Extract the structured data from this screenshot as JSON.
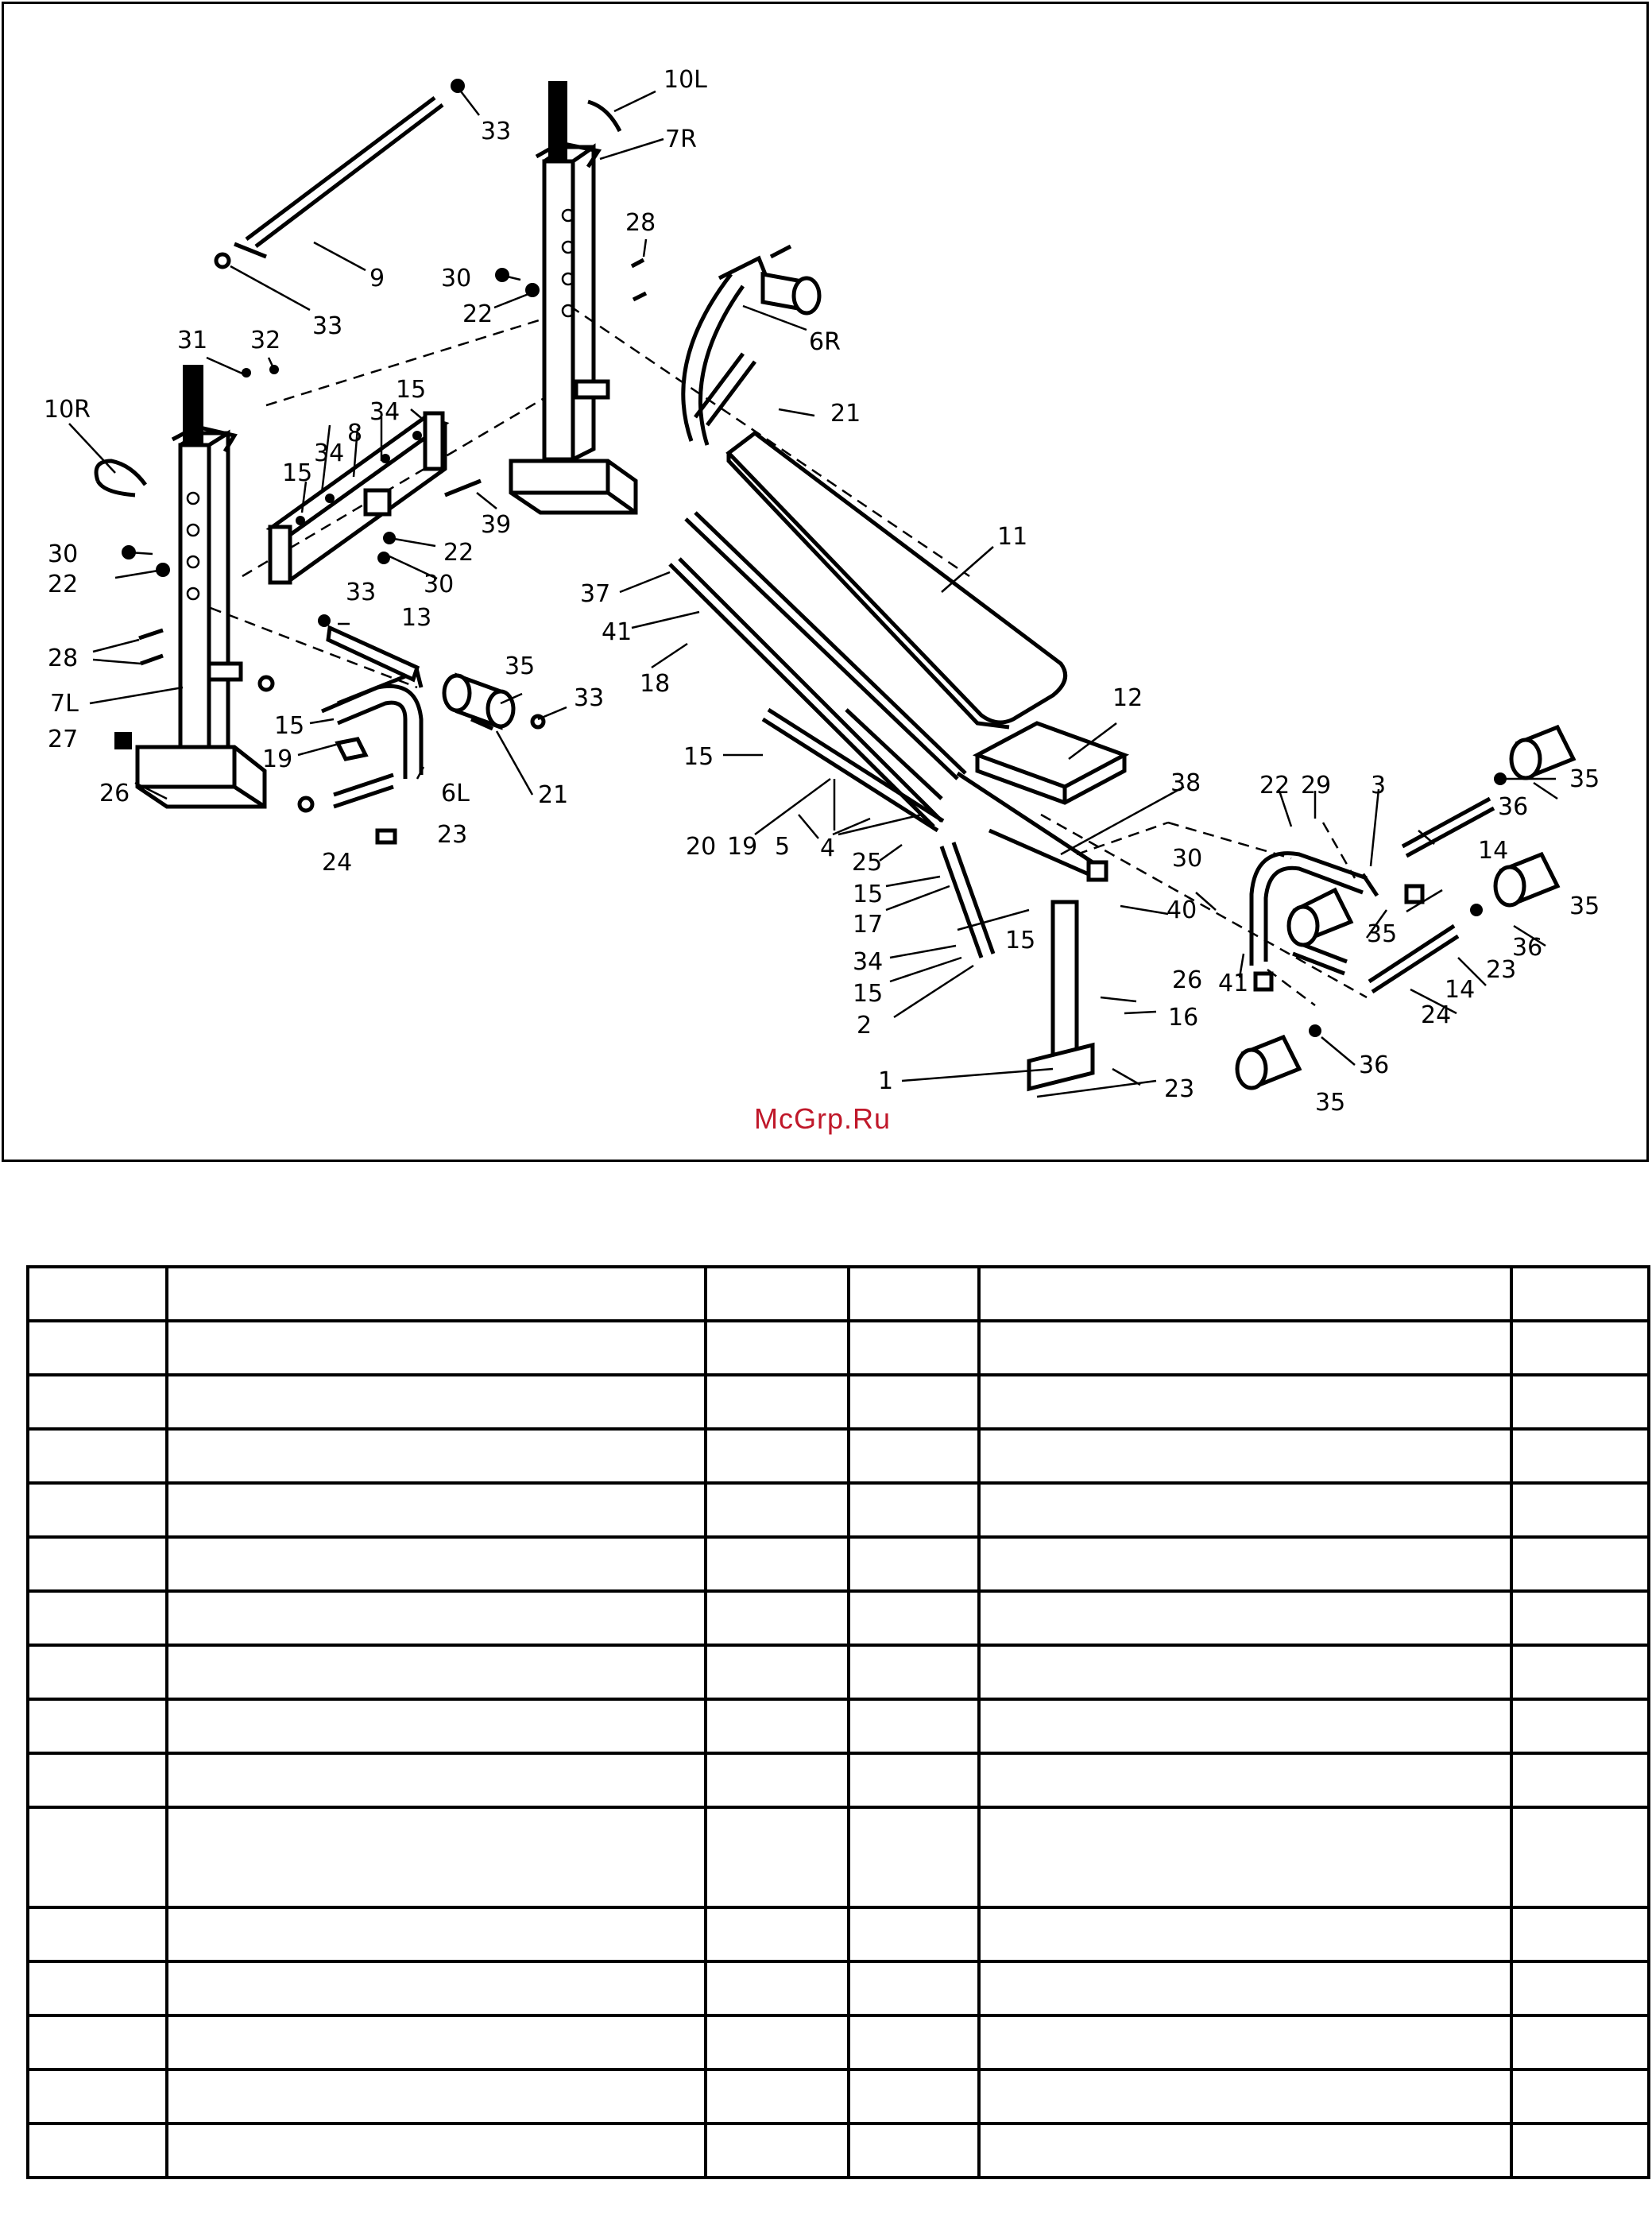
{
  "diagram": {
    "watermark": "McGrp.Ru",
    "callouts": [
      {
        "id": "c10L",
        "text": "10L"
      },
      {
        "id": "c7R",
        "text": "7R"
      },
      {
        "id": "c33a",
        "text": "33"
      },
      {
        "id": "c9",
        "text": "9"
      },
      {
        "id": "c33b",
        "text": "33"
      },
      {
        "id": "c28a",
        "text": "28"
      },
      {
        "id": "c30a",
        "text": "30"
      },
      {
        "id": "c22a",
        "text": "22"
      },
      {
        "id": "c6R",
        "text": "6R"
      },
      {
        "id": "c21a",
        "text": "21"
      },
      {
        "id": "c31",
        "text": "31"
      },
      {
        "id": "c32",
        "text": "32"
      },
      {
        "id": "c10R",
        "text": "10R"
      },
      {
        "id": "c15a",
        "text": "15"
      },
      {
        "id": "c34a",
        "text": "34"
      },
      {
        "id": "c8",
        "text": "8"
      },
      {
        "id": "c15b",
        "text": "15"
      },
      {
        "id": "c34b",
        "text": "34"
      },
      {
        "id": "c39",
        "text": "39"
      },
      {
        "id": "c11",
        "text": "11"
      },
      {
        "id": "c30b",
        "text": "30"
      },
      {
        "id": "c22b",
        "text": "22"
      },
      {
        "id": "c22c",
        "text": "22"
      },
      {
        "id": "c30c",
        "text": "30"
      },
      {
        "id": "c37",
        "text": "37"
      },
      {
        "id": "c33c",
        "text": "33"
      },
      {
        "id": "c13",
        "text": "13"
      },
      {
        "id": "c41a",
        "text": "41"
      },
      {
        "id": "c28b",
        "text": "28"
      },
      {
        "id": "c35a",
        "text": "35"
      },
      {
        "id": "c18",
        "text": "18"
      },
      {
        "id": "c7L",
        "text": "7L"
      },
      {
        "id": "c33d",
        "text": "33"
      },
      {
        "id": "c12",
        "text": "12"
      },
      {
        "id": "c27",
        "text": "27"
      },
      {
        "id": "c15c",
        "text": "15"
      },
      {
        "id": "c26a",
        "text": "26"
      },
      {
        "id": "c19a",
        "text": "19"
      },
      {
        "id": "c6L",
        "text": "6L"
      },
      {
        "id": "c21b",
        "text": "21"
      },
      {
        "id": "c15d",
        "text": "15"
      },
      {
        "id": "c38",
        "text": "38"
      },
      {
        "id": "c22d",
        "text": "22"
      },
      {
        "id": "c29",
        "text": "29"
      },
      {
        "id": "c3",
        "text": "3"
      },
      {
        "id": "c35b",
        "text": "35"
      },
      {
        "id": "c36a",
        "text": "36"
      },
      {
        "id": "c23a",
        "text": "23"
      },
      {
        "id": "c24a",
        "text": "24"
      },
      {
        "id": "c20",
        "text": "20"
      },
      {
        "id": "c19b",
        "text": "19"
      },
      {
        "id": "c5",
        "text": "5"
      },
      {
        "id": "c4",
        "text": "4"
      },
      {
        "id": "c25",
        "text": "25"
      },
      {
        "id": "c14a",
        "text": "14"
      },
      {
        "id": "c30d",
        "text": "30"
      },
      {
        "id": "c35c",
        "text": "35"
      },
      {
        "id": "c15e",
        "text": "15"
      },
      {
        "id": "c40",
        "text": "40"
      },
      {
        "id": "c17",
        "text": "17"
      },
      {
        "id": "c15f",
        "text": "15"
      },
      {
        "id": "c35d",
        "text": "35"
      },
      {
        "id": "c36b",
        "text": "36"
      },
      {
        "id": "c34c",
        "text": "34"
      },
      {
        "id": "c26b",
        "text": "26"
      },
      {
        "id": "c41b",
        "text": "41"
      },
      {
        "id": "c23b",
        "text": "23"
      },
      {
        "id": "c15g",
        "text": "15"
      },
      {
        "id": "c14b",
        "text": "14"
      },
      {
        "id": "c2",
        "text": "2"
      },
      {
        "id": "c24b",
        "text": "24"
      },
      {
        "id": "c16",
        "text": "16"
      },
      {
        "id": "c1",
        "text": "1"
      },
      {
        "id": "c36c",
        "text": "36"
      },
      {
        "id": "c23c",
        "text": "23"
      },
      {
        "id": "c35e",
        "text": "35"
      }
    ]
  },
  "parts_table": {
    "columns": 6,
    "rows": [
      {
        "cells": [
          "",
          "",
          "",
          "",
          "",
          ""
        ]
      },
      {
        "cells": [
          "",
          "",
          "",
          "",
          "",
          ""
        ]
      },
      {
        "cells": [
          "",
          "",
          "",
          "",
          "",
          ""
        ]
      },
      {
        "cells": [
          "",
          "",
          "",
          "",
          "",
          ""
        ]
      },
      {
        "cells": [
          "",
          "",
          "",
          "",
          "",
          ""
        ]
      },
      {
        "cells": [
          "",
          "",
          "",
          "",
          "",
          ""
        ]
      },
      {
        "cells": [
          "",
          "",
          "",
          "",
          "",
          ""
        ]
      },
      {
        "cells": [
          "",
          "",
          "",
          "",
          "",
          ""
        ]
      },
      {
        "cells": [
          "",
          "",
          "",
          "",
          "",
          ""
        ]
      },
      {
        "cells": [
          "",
          "",
          "",
          "",
          "",
          ""
        ]
      },
      {
        "cells": [
          "",
          "",
          "",
          "",
          "",
          ""
        ],
        "tall": true
      },
      {
        "cells": [
          "",
          "",
          "",
          "",
          "",
          ""
        ]
      },
      {
        "cells": [
          "",
          "",
          "",
          "",
          "",
          ""
        ]
      },
      {
        "cells": [
          "",
          "",
          "",
          "",
          "",
          ""
        ]
      },
      {
        "cells": [
          "",
          "",
          "",
          "",
          "",
          ""
        ]
      },
      {
        "cells": [
          "",
          "",
          "",
          "",
          "",
          ""
        ]
      }
    ]
  }
}
